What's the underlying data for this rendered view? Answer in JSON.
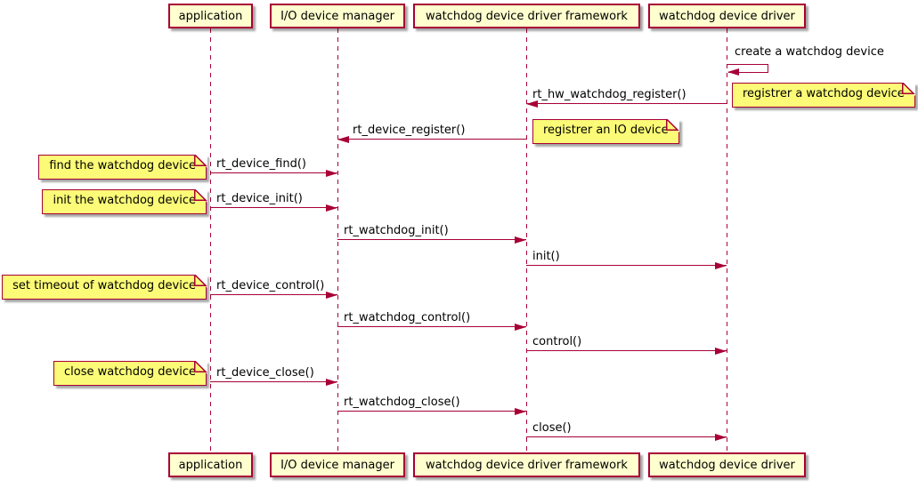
{
  "diagram": {
    "type": "sequence",
    "participants": [
      {
        "id": "application",
        "label": "application"
      },
      {
        "id": "io-device-manager",
        "label": "I/O device manager"
      },
      {
        "id": "watchdog-framework",
        "label": "watchdog device driver framework"
      },
      {
        "id": "watchdog-driver",
        "label": "watchdog device driver"
      }
    ],
    "messages": [
      {
        "label": "create a watchdog device",
        "from": "watchdog device driver",
        "to": "watchdog device driver",
        "kind": "self"
      },
      {
        "label": "rt_hw_watchdog_register()",
        "from": "watchdog device driver",
        "to": "watchdog device driver framework",
        "kind": "left"
      },
      {
        "label": "rt_device_register()",
        "from": "watchdog device driver framework",
        "to": "I/O device manager",
        "kind": "left"
      },
      {
        "label": "rt_device_find()",
        "from": "application",
        "to": "I/O device manager",
        "kind": "right"
      },
      {
        "label": "rt_device_init()",
        "from": "application",
        "to": "I/O device manager",
        "kind": "right"
      },
      {
        "label": "rt_watchdog_init()",
        "from": "I/O device manager",
        "to": "watchdog device driver framework",
        "kind": "right"
      },
      {
        "label": "init()",
        "from": "watchdog device driver framework",
        "to": "watchdog device driver",
        "kind": "right"
      },
      {
        "label": "rt_device_control()",
        "from": "application",
        "to": "I/O device manager",
        "kind": "right"
      },
      {
        "label": "rt_watchdog_control()",
        "from": "I/O device manager",
        "to": "watchdog device driver framework",
        "kind": "right"
      },
      {
        "label": "control()",
        "from": "watchdog device driver framework",
        "to": "watchdog device driver",
        "kind": "right"
      },
      {
        "label": "rt_device_close()",
        "from": "application",
        "to": "I/O device manager",
        "kind": "right"
      },
      {
        "label": "rt_watchdog_close()",
        "from": "I/O device manager",
        "to": "watchdog device driver framework",
        "kind": "right"
      },
      {
        "label": "close()",
        "from": "watchdog device driver framework",
        "to": "watchdog device driver",
        "kind": "right"
      }
    ],
    "notes": [
      {
        "label": "registrer a watchdog device",
        "position": "right of watchdog device driver"
      },
      {
        "label": "registrer an IO device",
        "position": "right of watchdog device driver framework"
      },
      {
        "label": "find the watchdog device",
        "position": "left of application"
      },
      {
        "label": "init the watchdog device",
        "position": "left of application"
      },
      {
        "label": "set timeout of watchdog device",
        "position": "left of application"
      },
      {
        "label": "close watchdog device",
        "position": "left of application"
      }
    ],
    "colors": {
      "participant_fill": "#FEFECE",
      "note_fill": "#FBFB77",
      "line": "#A80036",
      "text": "#000000",
      "background": "#FFFFFF"
    }
  }
}
